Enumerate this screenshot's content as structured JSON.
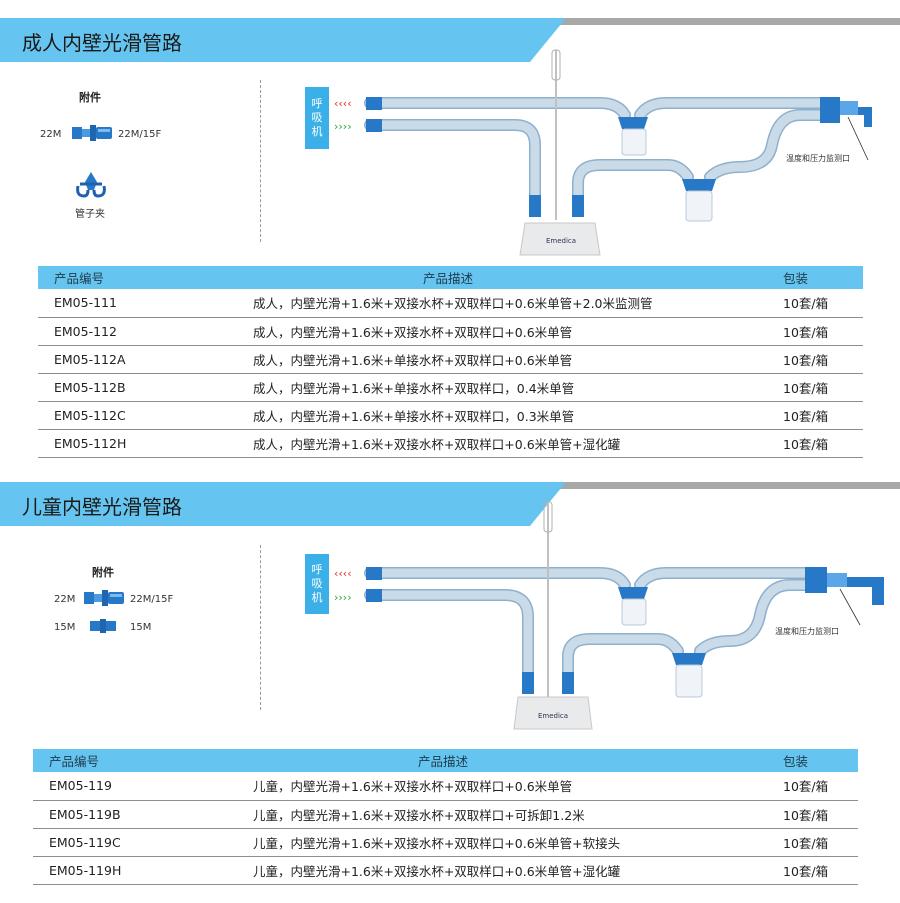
{
  "adult": {
    "title": "成人内壁光滑管路",
    "accessories_title": "附件",
    "connector_left": "22M",
    "connector_right": "22M/15F",
    "clamp_label": "管子夹",
    "machine_label": "呼吸机",
    "brand": "Emedica",
    "sensor_label": "温度和压力监测口",
    "table": {
      "headers": [
        "产品编号",
        "产品描述",
        "包装"
      ],
      "rows": [
        [
          "EM05-111",
          "成人，内壁光滑+1.6米+双接水杯+双取样口+0.6米单管+2.0米监测管",
          "10套/箱"
        ],
        [
          "EM05-112",
          "成人，内壁光滑+1.6米+双接水杯+双取样口+0.6米单管",
          "10套/箱"
        ],
        [
          "EM05-112A",
          "成人，内壁光滑+1.6米+单接水杯+双取样口+0.6米单管",
          "10套/箱"
        ],
        [
          "EM05-112B",
          "成人，内壁光滑+1.6米+单接水杯+双取样口，0.4米单管",
          "10套/箱"
        ],
        [
          "EM05-112C",
          "成人，内壁光滑+1.6米+单接水杯+双取样口，0.3米单管",
          "10套/箱"
        ],
        [
          "EM05-112H",
          "成人，内壁光滑+1.6米+双接水杯+双取样口+0.6米单管+湿化罐",
          "10套/箱"
        ]
      ]
    }
  },
  "child": {
    "title": "儿童内壁光滑管路",
    "accessories_title": "附件",
    "connector1_left": "22M",
    "connector1_right": "22M/15F",
    "connector2_left": "15M",
    "connector2_right": "15M",
    "machine_label": "呼吸机",
    "brand": "Emedica",
    "sensor_label": "温度和压力监测口",
    "table": {
      "headers": [
        "产品编号",
        "产品描述",
        "包装"
      ],
      "rows": [
        [
          "EM05-119",
          "儿童，内壁光滑+1.6米+双接水杯+双取样口+0.6米单管",
          "10套/箱"
        ],
        [
          "EM05-119B",
          "儿童，内壁光滑+1.6米+双接水杯+双取样口+可拆卸1.2米",
          "10套/箱"
        ],
        [
          "EM05-119C",
          "儿童，内壁光滑+1.6米+双接水杯+双取样口+0.6米单管+软接头",
          "10套/箱"
        ],
        [
          "EM05-119H",
          "儿童，内壁光滑+1.6米+双接水杯+双取样口+0.6米单管+湿化罐",
          "10套/箱"
        ]
      ]
    }
  },
  "colors": {
    "banner_blue": "#66c5f0",
    "banner_gray": "#a8a8a8",
    "tube_fill": "#c9dbe9",
    "tube_edge": "#8fb0cc",
    "connector_blue": "#2878c8",
    "arrow_red": "#e03030",
    "arrow_green": "#2aa838",
    "machine_box": "#3bb0e8"
  }
}
